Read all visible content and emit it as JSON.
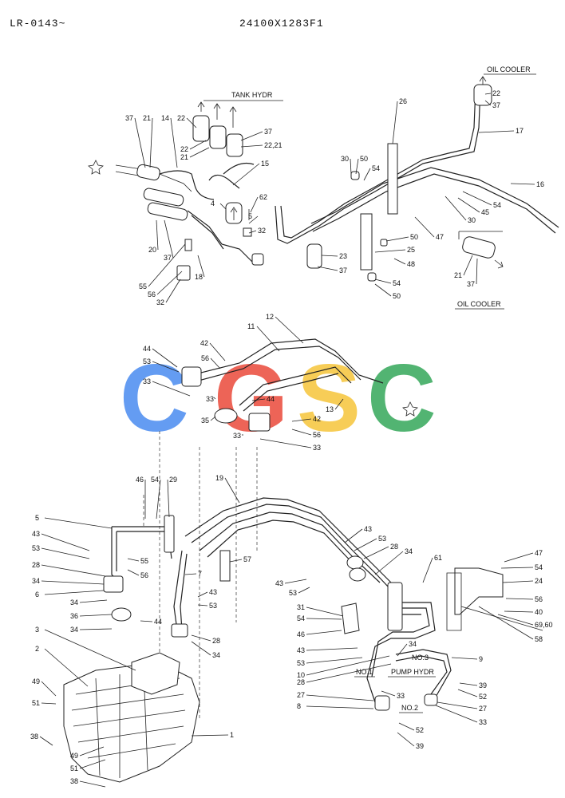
{
  "header": {
    "left_code": "LR-0143~",
    "center_code": "24100X1283F1"
  },
  "captions": {
    "tank_hydr": "TANK HYDR",
    "oil_cooler_top": "OIL COOLER",
    "oil_cooler_bottom": "OIL COOLER",
    "pump_hydr": "PUMP HYDR",
    "no1": "NO.1",
    "no2": "NO.2",
    "no3": "NO.3"
  },
  "watermark": {
    "letters": [
      "C",
      "G",
      "S",
      "C"
    ],
    "colors": [
      "#4a8bf0",
      "#ea4a3a",
      "#f6c53a",
      "#35a85a"
    ]
  },
  "labels": {
    "l37a": "37",
    "l21a": "21",
    "l14": "14",
    "l22a": "22",
    "l37b": "37",
    "l2221": "22,21",
    "l22b": "22",
    "l21b": "21",
    "l15": "15",
    "l62": "62",
    "l5a": "5",
    "l32a": "32",
    "l4": "4",
    "l20": "20",
    "l37c": "37",
    "l55a": "55",
    "l56a": "56",
    "l32b": "32",
    "l18": "18",
    "l26": "26",
    "l30a": "30",
    "l50a": "50",
    "l54a": "54",
    "l22c": "22",
    "l37d": "37",
    "l17": "17",
    "l16": "16",
    "l54b": "54",
    "l45": "45",
    "l30b": "30",
    "l47a": "47",
    "l50b": "50",
    "l25": "25",
    "l48": "48",
    "l23": "23",
    "l37e": "37",
    "l54c": "54",
    "l50c": "50",
    "l21c": "21",
    "l37f": "37",
    "l11": "11",
    "l12": "12",
    "l42a": "42",
    "l44a": "44",
    "l53a": "53",
    "l56b": "56",
    "l33a": "33",
    "l33b": "33",
    "l44b": "44",
    "l13": "13",
    "l35": "35",
    "l33c": "33",
    "l42b": "42",
    "l56c": "56",
    "l33d": "33",
    "l46a": "46",
    "l54d": "54",
    "l29": "29",
    "l19": "19",
    "l5b": "5",
    "l43a": "43",
    "l53b": "53",
    "l55b": "55",
    "l28a": "28",
    "l56d": "56",
    "l34a": "34",
    "l6": "6",
    "l7": "7",
    "l57": "57",
    "l34b": "34",
    "l36": "36",
    "l44c": "44",
    "l43b": "43",
    "l53c": "53",
    "l34c": "34",
    "l3": "3",
    "l28b": "28",
    "l34d": "34",
    "l2": "2",
    "l49a": "49",
    "l51a": "51",
    "l38a": "38",
    "l1": "1",
    "l49b": "49",
    "l51b": "51",
    "l38b": "38",
    "l43c": "43",
    "l53d": "53",
    "l28c": "28",
    "l34e": "34",
    "l61": "61",
    "l43d": "43",
    "l53e": "53",
    "l47b": "47",
    "l54e": "54",
    "l24": "24",
    "l56e": "56",
    "l40": "40",
    "l6960": "69,60",
    "l58": "58",
    "l31": "31",
    "l54f": "54",
    "l46b": "46",
    "l43e": "43",
    "l53f": "53",
    "l10": "10",
    "l28d": "28",
    "l34f": "34",
    "l9": "9",
    "l33e": "33",
    "l27a": "27",
    "l8": "8",
    "l39a": "39",
    "l52a": "52",
    "l27b": "27",
    "l33f": "33",
    "l52b": "52",
    "l39b": "39"
  }
}
